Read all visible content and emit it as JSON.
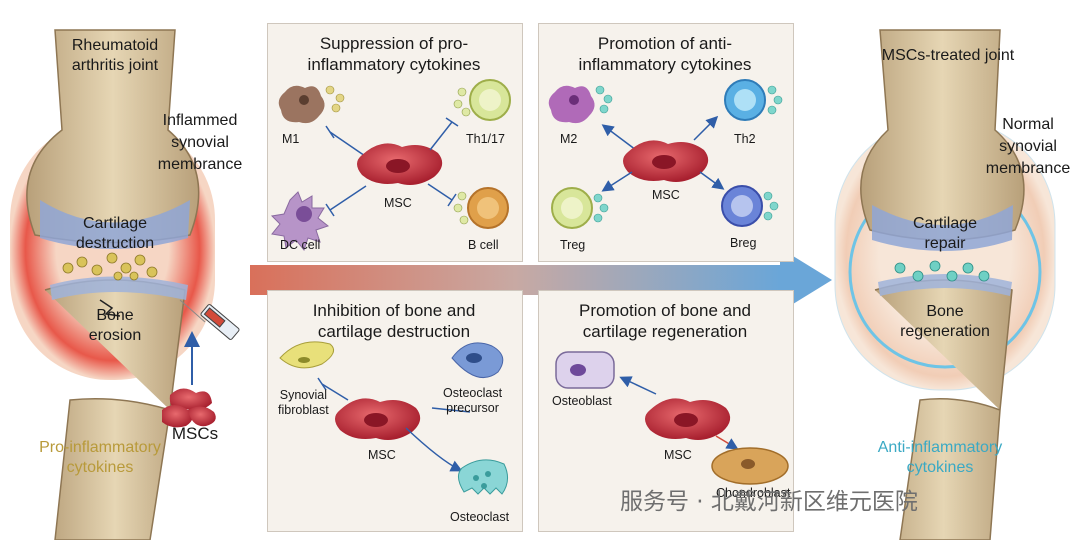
{
  "left": {
    "title": "Rheumatoid\narthritis joint",
    "synovial": "Inflammed\nsynovial\nmembrance",
    "cartilage": "Cartilage\ndestruction",
    "bone": "Bone\nerosion",
    "mscs": "MSCs",
    "cytokines": "Pro-inflammatory\ncytokines"
  },
  "right": {
    "title": "MSCs-treated joint",
    "synovial": "Normal\nsynovial\nmembrance",
    "cartilage": "Cartilage\nrepair",
    "bone": "Bone\nregeneration",
    "cytokines": "Anti-inflammatory\ncytokines"
  },
  "panels": {
    "suppression": {
      "title": "Suppression of pro-\ninflammatory cytokines",
      "m1": "M1",
      "th": "Th1/17",
      "msc": "MSC",
      "dc": "DC cell",
      "bcell": "B cell"
    },
    "promotion_anti": {
      "title": "Promotion of anti-\ninflammatory cytokines",
      "m2": "M2",
      "th2": "Th2",
      "msc": "MSC",
      "treg": "Treg",
      "breg": "Breg"
    },
    "inhibition": {
      "title": "Inhibition of bone and\ncartilage destruction",
      "fibro": "Synovial\nfibroblast",
      "precursor": "Osteoclast\nprecursor",
      "msc": "MSC",
      "osteoclast": "Osteoclast"
    },
    "regeneration": {
      "title": "Promotion of bone and\ncartilage regeneration",
      "osteoblast": "Osteoblast",
      "msc": "MSC",
      "chondroblast": "Chondroblast"
    }
  },
  "watermark": "服务号 · 北戴河新区维元医院",
  "colors": {
    "pro": "#b89a3a",
    "anti": "#3aa9c4",
    "msc": "#c23344",
    "arrow_start": "#d9705a",
    "arrow_end": "#6aa6d8"
  }
}
